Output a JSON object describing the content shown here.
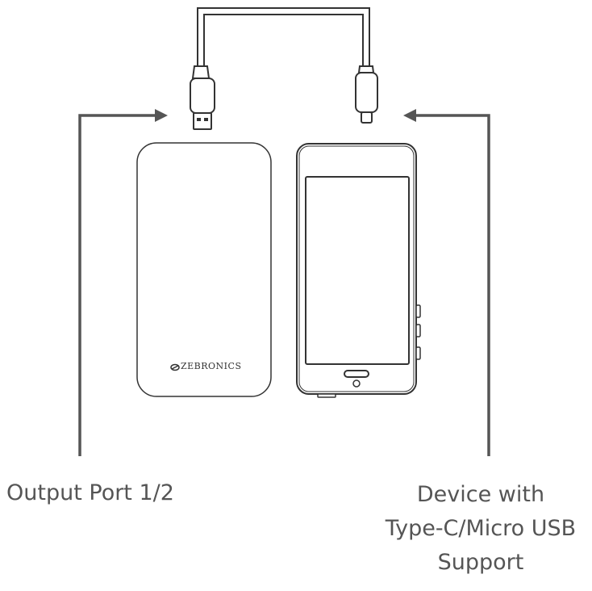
{
  "labels": {
    "left": "Output Port 1/2",
    "right_line1": "Device with",
    "right_line2": "Type-C/Micro USB",
    "right_line3": "Support"
  },
  "brand": {
    "text": "ZEBRONICS"
  },
  "colors": {
    "outline": "#333333",
    "arrow": "#555555",
    "text": "#555555"
  }
}
